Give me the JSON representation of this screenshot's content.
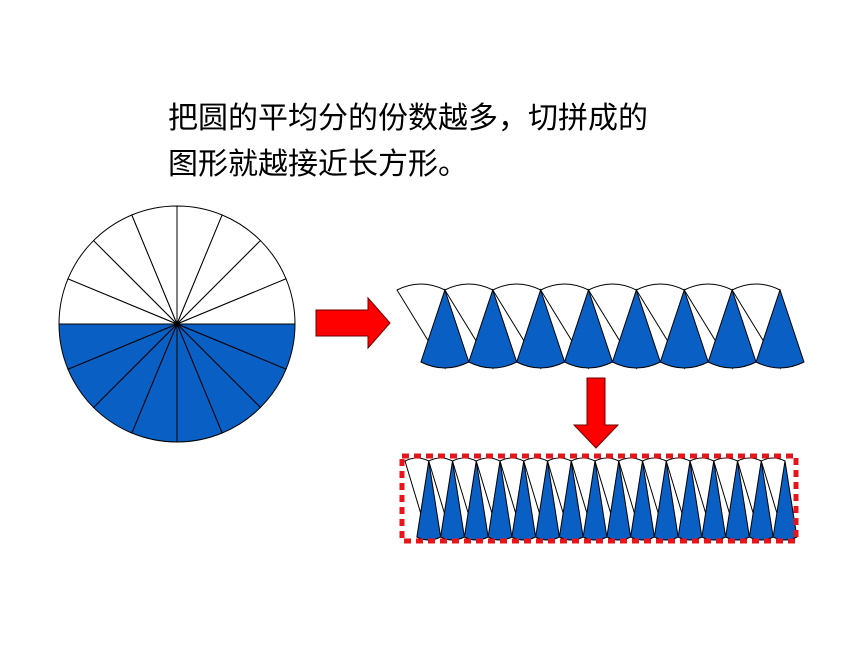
{
  "caption": {
    "line1": "把圆的平均分的份数越多，切拼成的",
    "line2": "图形就越接近长方形。"
  },
  "colors": {
    "blue": "#0a5fc4",
    "white": "#ffffff",
    "outline": "#000000",
    "arrow": "#ff0000",
    "dashed_border": "#e8141b"
  },
  "circle": {
    "sectors": 16
  },
  "strip_coarse": {
    "sectors": 16
  },
  "strip_fine": {
    "sectors": 32
  }
}
